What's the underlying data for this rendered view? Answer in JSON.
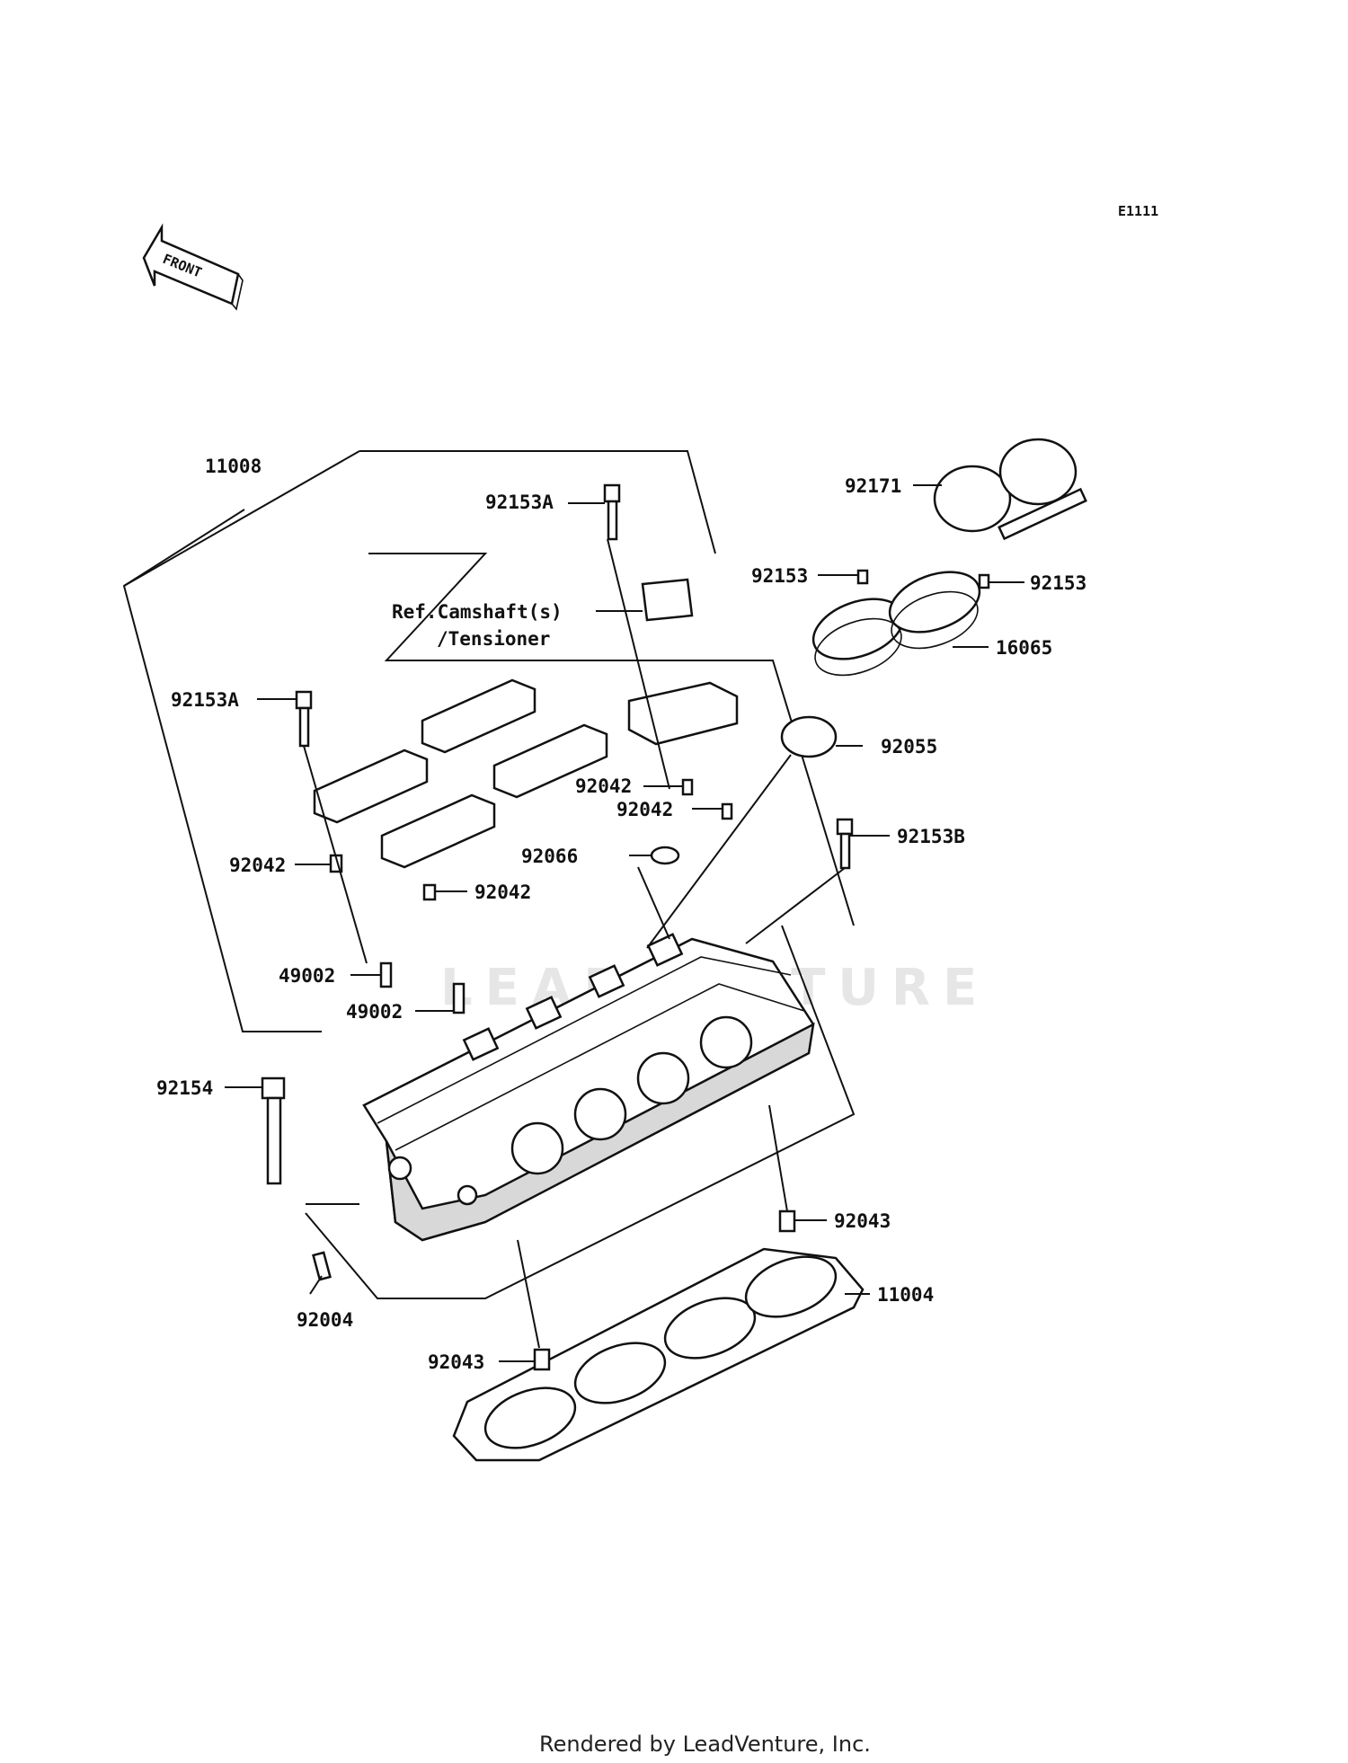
{
  "diagram": {
    "code": "E1111",
    "front_label": "FRONT",
    "watermark": "LEADVENTURE",
    "footer": "Rendered by LeadVenture, Inc.",
    "ref_note": {
      "line1": "Ref.Camshaft(s)",
      "line2": "/Tensioner"
    },
    "callouts": {
      "c11008": "11008",
      "c92153A_top": "92153A",
      "c92153A_left": "92153A",
      "c92171": "92171",
      "c92153_l": "92153",
      "c92153_r": "92153",
      "c16065": "16065",
      "c92055": "92055",
      "c92042_a": "92042",
      "c92042_b": "92042",
      "c92042_c": "92042",
      "c92042_d": "92042",
      "c92153B": "92153B",
      "c92066": "92066",
      "c49002_a": "49002",
      "c49002_b": "49002",
      "c92154": "92154",
      "c92043_r": "92043",
      "c11004": "11004",
      "c92004": "92004",
      "c92043_b": "92043"
    }
  }
}
